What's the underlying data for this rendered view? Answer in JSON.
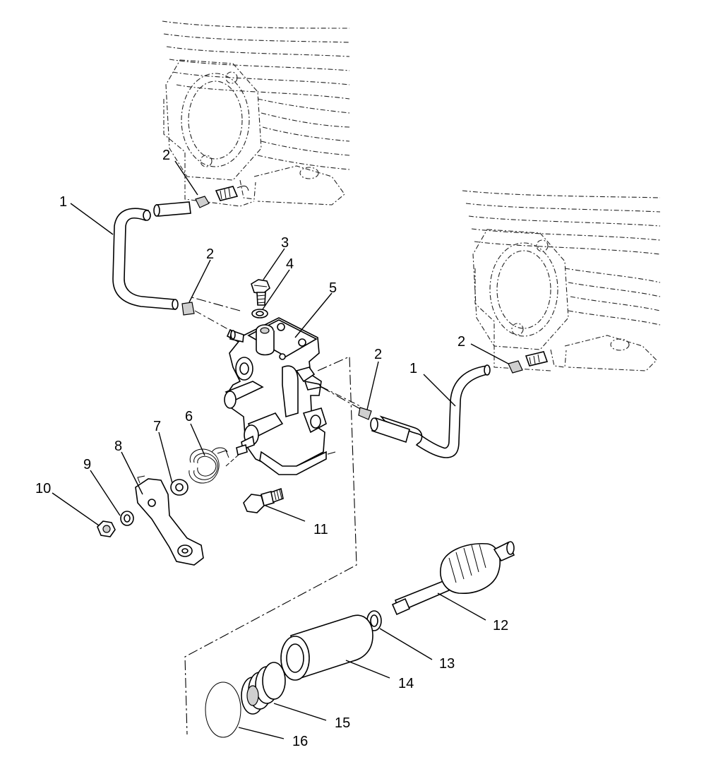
{
  "callouts": [
    {
      "key": "c1a",
      "text": "1"
    },
    {
      "key": "c1b",
      "text": "1"
    },
    {
      "key": "c2a",
      "text": "2"
    },
    {
      "key": "c2b",
      "text": "2"
    },
    {
      "key": "c2c",
      "text": "2"
    },
    {
      "key": "c2d",
      "text": "2"
    },
    {
      "key": "c3",
      "text": "3"
    },
    {
      "key": "c4",
      "text": "4"
    },
    {
      "key": "c5",
      "text": "5"
    },
    {
      "key": "c6",
      "text": "6"
    },
    {
      "key": "c7",
      "text": "7"
    },
    {
      "key": "c8",
      "text": "8"
    },
    {
      "key": "c9",
      "text": "9"
    },
    {
      "key": "c10",
      "text": "10"
    },
    {
      "key": "c11",
      "text": "11"
    },
    {
      "key": "c12",
      "text": "12"
    },
    {
      "key": "c13",
      "text": "13"
    },
    {
      "key": "c14",
      "text": "14"
    },
    {
      "key": "c15",
      "text": "15"
    },
    {
      "key": "c16",
      "text": "16"
    }
  ]
}
